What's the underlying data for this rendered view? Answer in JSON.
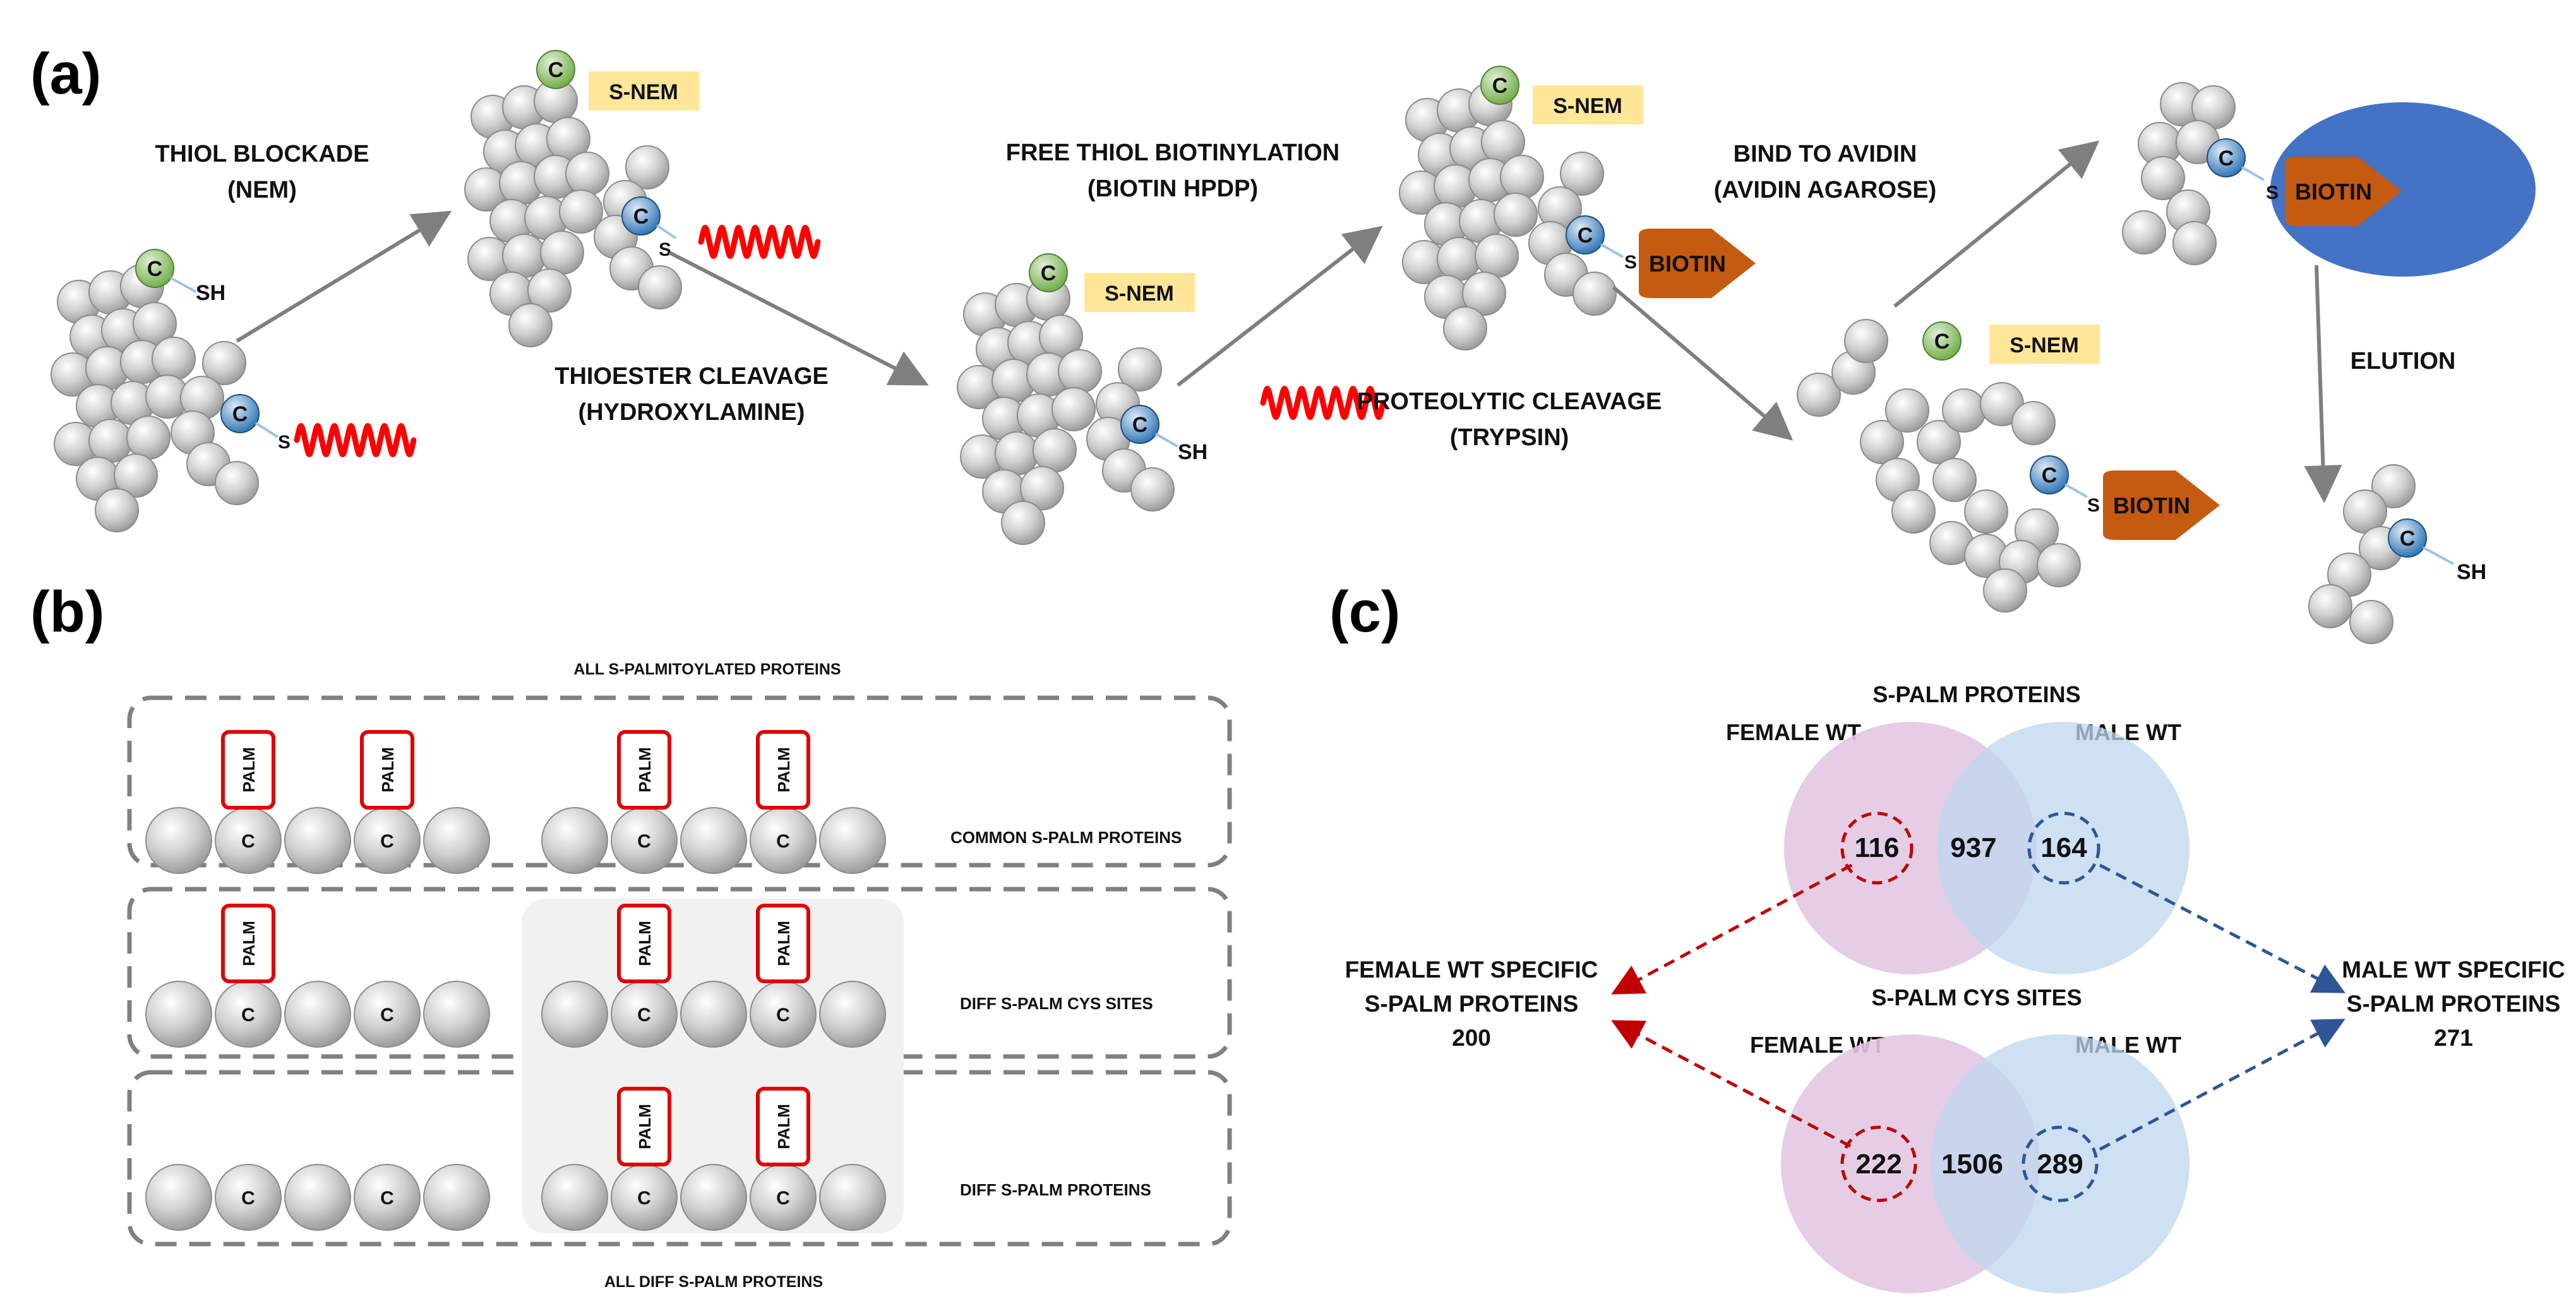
{
  "panels": {
    "a": {
      "label": "(a)"
    },
    "b": {
      "label": "(b)"
    },
    "c": {
      "label": "(c)"
    }
  },
  "workflow": {
    "steps": [
      {
        "line1": "THIOL BLOCKADE",
        "line2": "(NEM)"
      },
      {
        "line1": "THIOESTER CLEAVAGE",
        "line2": "(HYDROXYLAMINE)"
      },
      {
        "line1": "FREE THIOL BIOTINYLATION",
        "line2": "(BIOTIN HPDP)"
      },
      {
        "line1": "PROTEOLYTIC CLEAVAGE",
        "line2": "(TRYPSIN)"
      },
      {
        "line1": "BIND TO AVIDIN",
        "line2": "(AVIDIN AGAROSE)"
      },
      {
        "line1": "ELUTION",
        "line2": ""
      }
    ],
    "tags": {
      "cys": "C",
      "sh": "SH",
      "s": "S",
      "snem": "S-NEM",
      "biotin": "BIOTIN"
    }
  },
  "panel_b": {
    "title_top": "ALL  S-PALMITOYLATED PROTEINS",
    "title_bottom": "ALL DIFF S-PALM PROTEINS",
    "palm_tag": "PALM",
    "cys_tag": "C",
    "rows": [
      {
        "label": "COMMON  S-PALM PROTEINS"
      },
      {
        "label": "DIFF  S-PALM CYS SITES"
      },
      {
        "label": "DIFF  S-PALM PROTEINS"
      }
    ]
  },
  "panel_c": {
    "venn_proteins": {
      "title": "S-PALM PROTEINS",
      "left_label": "FEMALE WT",
      "right_label": "MALE WT",
      "left_only": "116",
      "overlap": "937",
      "right_only": "164"
    },
    "venn_sites": {
      "title": "S-PALM CYS SITES",
      "left_label": "FEMALE WT",
      "right_label": "MALE WT",
      "left_only": "222",
      "overlap": "1506",
      "right_only": "289"
    },
    "female_specific": {
      "line1": "FEMALE WT SPECIFIC",
      "line2": "S-PALM PROTEINS",
      "count": "200"
    },
    "male_specific": {
      "line1": "MALE WT SPECIFIC",
      "line2": "S-PALM PROTEINS",
      "count": "271"
    }
  },
  "colors": {
    "bead_light": "#f2f2f2",
    "bead_dark": "#a6a6a6",
    "cys_green": "#a9d18e",
    "cys_blue": "#5b9bd5",
    "snem_fill": "#ffe699",
    "biotin_fill": "#c55a11",
    "avidin_fill": "#4472c4",
    "palm_border": "#e00000",
    "squiggle": "#ff0000",
    "arrow": "#7f7f7f",
    "venn_female": "#e3c8e3",
    "venn_male": "#bdd7ee",
    "female_dash": "#c00000",
    "male_dash": "#2f5597"
  }
}
